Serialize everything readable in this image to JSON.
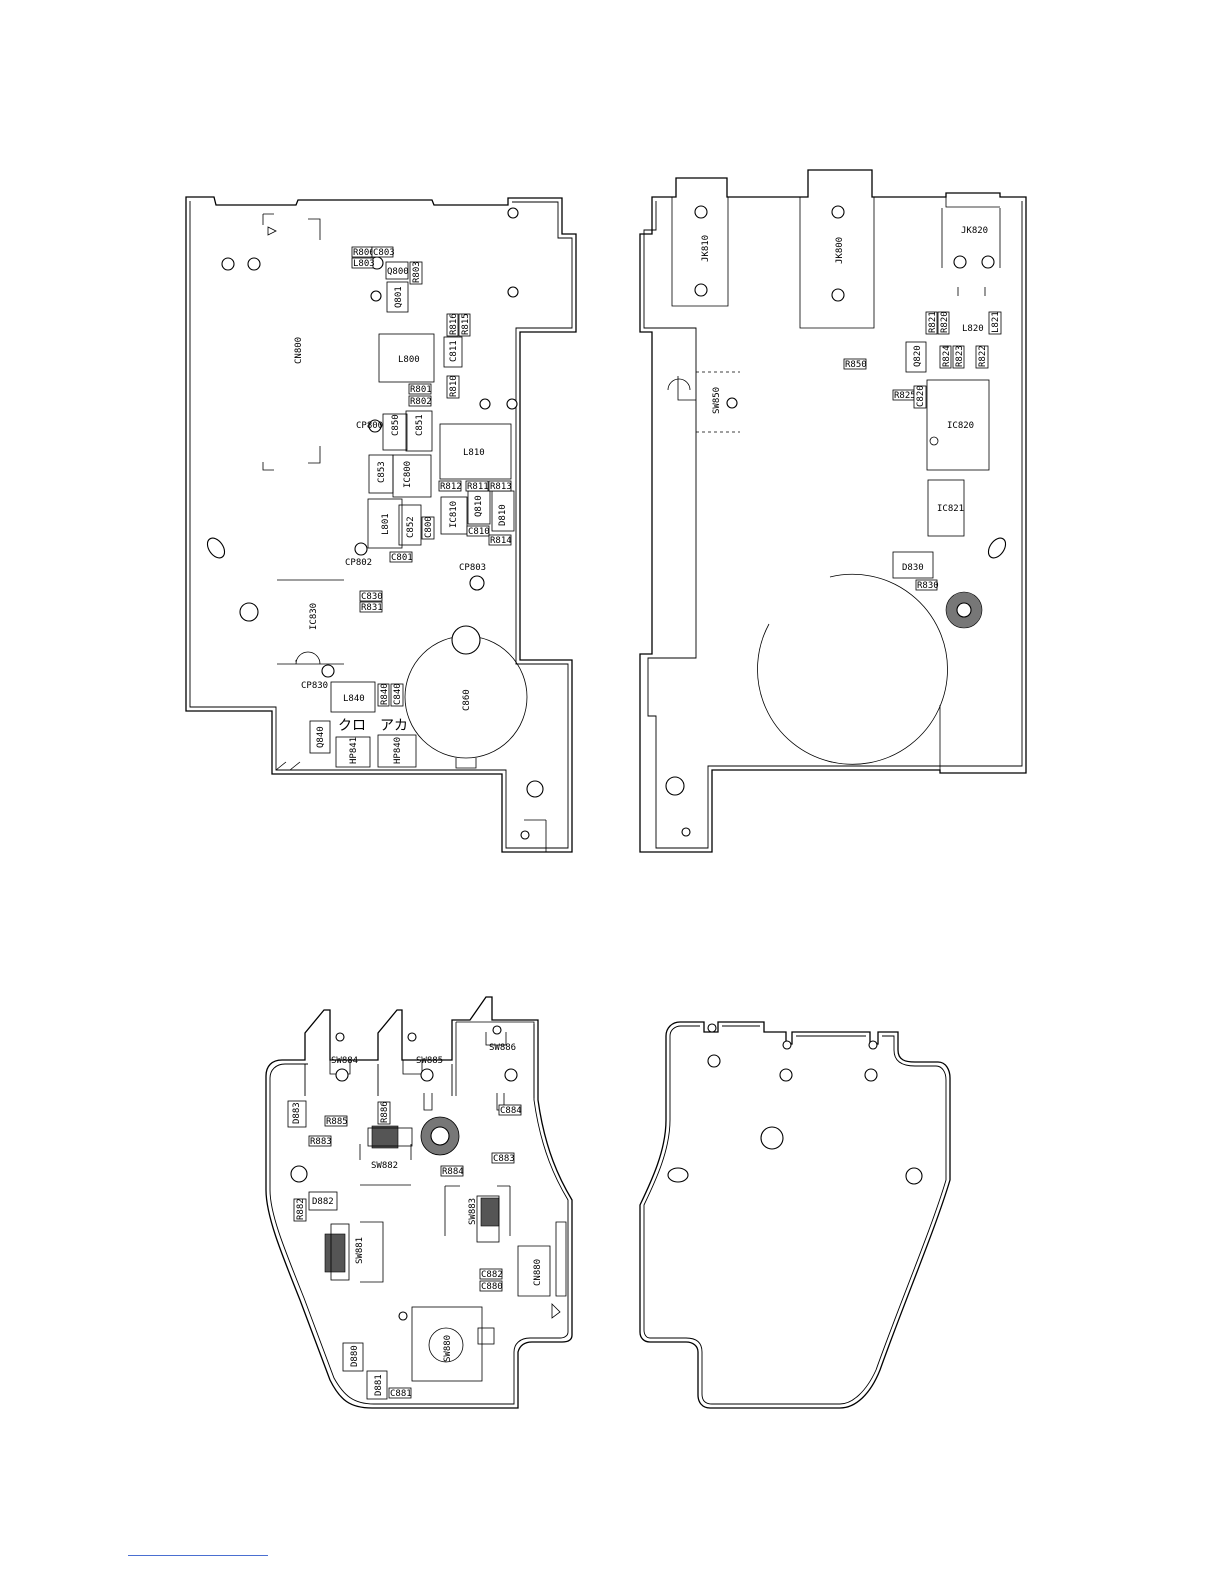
{
  "boards": {
    "main_front": {
      "labels": [
        "R806",
        "C803",
        "L803",
        "Q800",
        "R803",
        "Q801",
        "CN800",
        "R816",
        "R815",
        "L800",
        "C811",
        "R801",
        "R802",
        "R810",
        "CP800",
        "C850",
        "C851",
        "L810",
        "C853",
        "IC800",
        "R812",
        "R811",
        "R813",
        "L801",
        "C852",
        "C800",
        "IC810",
        "Q810",
        "C810",
        "D810",
        "R814",
        "C801",
        "CP802",
        "CP803",
        "C830",
        "R831",
        "IC830",
        "CP830",
        "L840",
        "R840",
        "C840",
        "C860",
        "Q840",
        "HP841",
        "HP840"
      ],
      "jp_text": [
        "クロ",
        "アカ"
      ]
    },
    "main_back": {
      "labels": [
        "JK810",
        "JK800",
        "JK820",
        "R821",
        "R820",
        "L820",
        "L821",
        "R850",
        "Q820",
        "R824",
        "R823",
        "R822",
        "R825",
        "C820",
        "SW850",
        "IC820",
        "IC821",
        "D830",
        "R830"
      ]
    },
    "switch_front": {
      "labels": [
        "SW884",
        "SW885",
        "SW886",
        "D883",
        "R886",
        "R885",
        "C884",
        "R883",
        "SW882",
        "R884",
        "C883",
        "D882",
        "R882",
        "SW883",
        "SW881",
        "CN880",
        "C882",
        "C880",
        "SW880",
        "D880",
        "D881",
        "C881"
      ]
    }
  }
}
